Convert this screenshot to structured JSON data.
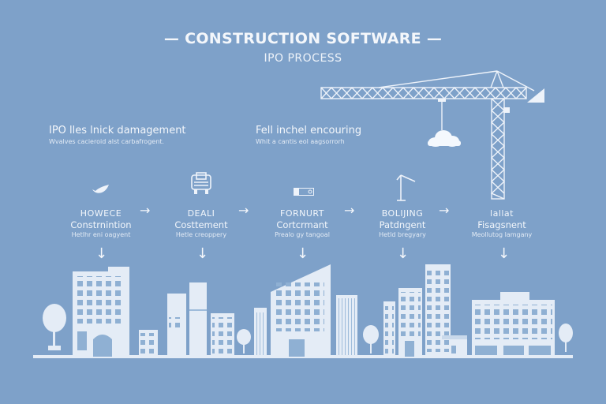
{
  "header": {
    "title": "— CONSTRUCTION  SOFTWARE —",
    "subtitle": "IPO PROCESS"
  },
  "notes": [
    {
      "title": "IPO lles lnick damagement",
      "subtitle": "Wvalves cacieroid alst carbafrogent."
    },
    {
      "title": "Fell inchel encouring",
      "subtitle": "Whit a cantis eol aagsorrorh"
    }
  ],
  "steps": [
    {
      "icon": "leaf-icon",
      "line1": "HOWECE",
      "line2": "Constrnintion",
      "line3": "Hetlhr eni oagyent"
    },
    {
      "icon": "truck-icon",
      "line1": "DEALI",
      "line2": "Costtement",
      "line3": "Hetle creoppery"
    },
    {
      "icon": "battery-icon",
      "line1": "FORNURT",
      "line2": "Cortcrmant",
      "line3": "Prealo gy tangoal"
    },
    {
      "icon": "crane-arm-icon",
      "line1": "BOLIJING",
      "line2": "Patdngent",
      "line3": "Hetld bregyary"
    },
    {
      "icon": "crane-tower-icon",
      "line1": "lallat",
      "line2": "Fisagsnent",
      "line3": "Meollutog lamgany"
    }
  ],
  "flow": {
    "right_arrow": "→",
    "down_arrow": "↓"
  },
  "colors": {
    "background": "#7ea1c9",
    "foreground": "#f2f6fb",
    "building": "#e4ecf6",
    "window": "#8fb0d3"
  }
}
